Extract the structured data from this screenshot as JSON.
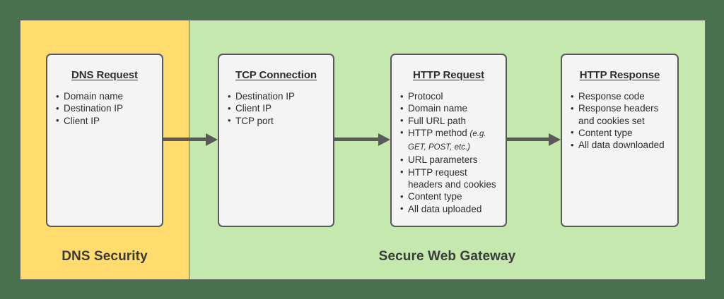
{
  "diagram": {
    "zones": [
      {
        "id": "dns-security",
        "label": "DNS Security",
        "color": "#ffdc6d"
      },
      {
        "id": "secure-web-gateway",
        "label": "Secure Web Gateway",
        "color": "#c5e8af"
      }
    ],
    "background_color": "#4a714e",
    "box_fill_color": "#f4f4f4",
    "box_border_color": "#595959",
    "arrow_color": "#5a5a5a",
    "stages": [
      {
        "id": "dns-request",
        "title": "DNS Request",
        "items": [
          {
            "text": "Domain name"
          },
          {
            "text": "Destination IP"
          },
          {
            "text": "Client IP"
          }
        ]
      },
      {
        "id": "tcp-connection",
        "title": "TCP Connection",
        "items": [
          {
            "text": "Destination IP"
          },
          {
            "text": "Client IP"
          },
          {
            "text": "TCP port"
          }
        ]
      },
      {
        "id": "http-request",
        "title": "HTTP Request",
        "items": [
          {
            "text": "Protocol"
          },
          {
            "text": "Domain name"
          },
          {
            "text": "Full URL path"
          },
          {
            "text": "HTTP method ",
            "note": "(e.g. GET, POST, etc.)"
          },
          {
            "text": "URL parameters"
          },
          {
            "text": "HTTP request headers and cookies"
          },
          {
            "text": "Content type"
          },
          {
            "text": "All data uploaded"
          }
        ]
      },
      {
        "id": "http-response",
        "title": "HTTP Response",
        "items": [
          {
            "text": "Response code"
          },
          {
            "text": "Response headers and cookies set"
          },
          {
            "text": "Content type"
          },
          {
            "text": "All data downloaded"
          }
        ]
      }
    ],
    "arrows": [
      {
        "id": "arrow-dns-to-tcp",
        "from": "dns-request",
        "to": "tcp-connection"
      },
      {
        "id": "arrow-tcp-to-http-request",
        "from": "tcp-connection",
        "to": "http-request"
      },
      {
        "id": "arrow-http-request-to-response",
        "from": "http-request",
        "to": "http-response"
      }
    ]
  }
}
